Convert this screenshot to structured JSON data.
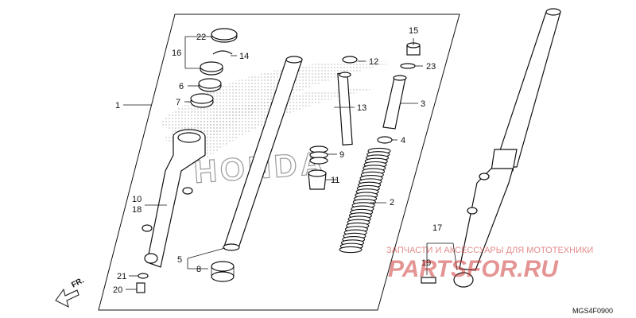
{
  "labels": {
    "l1": "1",
    "l2": "2",
    "l3": "3",
    "l4": "4",
    "l5": "5",
    "l6": "6",
    "l7": "7",
    "l8": "8",
    "l9": "9",
    "l10": "10",
    "l11": "11",
    "l12": "12",
    "l13": "13",
    "l14": "14",
    "l15": "15",
    "l16": "16",
    "l17": "17",
    "l18": "18",
    "l19": "19",
    "l20": "20",
    "l21": "21",
    "l22": "22",
    "l23": "23"
  },
  "front_indicator": "FR.",
  "diagram_code": "MGS4F0900",
  "watermark_brand": "HONDA",
  "watermark_caption": "ЗАПЧАСТИ И АКСЕССУАРЫ ДЛЯ МОТОТЕХНИКИ",
  "watermark_site": "PARTSFOR.RU"
}
